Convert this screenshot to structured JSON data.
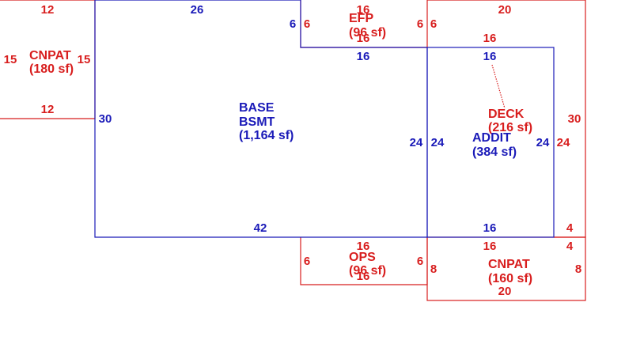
{
  "colors": {
    "blue": "#1a1ab8",
    "red": "#d81e1e",
    "background": "#ffffff"
  },
  "areas": {
    "cnpat_left": {
      "name": "CNPAT",
      "area": "(180 sf)"
    },
    "base": {
      "name_line1": "BASE",
      "name_line2": "BSMT",
      "area": "(1,164 sf)"
    },
    "efp": {
      "name": "EFP",
      "area": "(96 sf)"
    },
    "deck": {
      "name": "DECK",
      "area": "(216 sf)"
    },
    "addit": {
      "name": "ADDIT",
      "area": "(384 sf)"
    },
    "ops": {
      "name": "OPS",
      "area": "(96 sf)"
    },
    "cnpat_bottom": {
      "name": "CNPAT",
      "area": "(160 sf)"
    }
  },
  "dims": {
    "cnpat_left_top": "12",
    "cnpat_left_left": "15",
    "cnpat_left_right": "15",
    "cnpat_left_bottom": "12",
    "base_top": "26",
    "base_left": "30",
    "base_bottom": "42",
    "base_notch": "6",
    "efp_left": "6",
    "efp_top": "16",
    "efp_bottom": "16",
    "efp_right": "6",
    "deck_left_top": "6",
    "deck_top": "20",
    "deck_inner_top": "16",
    "deck_right": "30",
    "deck_right_bottom": "4",
    "addit_top": "16",
    "addit_left_blue": "24",
    "addit_left_red": "24",
    "addit_right_blue": "24",
    "addit_right_red": "24",
    "base_right": "24",
    "addit_bottom": "16",
    "ops_top": "16",
    "ops_left": "6",
    "ops_right": "6",
    "ops_bottom": "16",
    "cnpat_bottom_top": "16",
    "cnpat_bottom_left": "8",
    "cnpat_bottom_right": "8",
    "cnpat_bottom_bottom": "20",
    "cnpat_bottom_step": "4"
  }
}
